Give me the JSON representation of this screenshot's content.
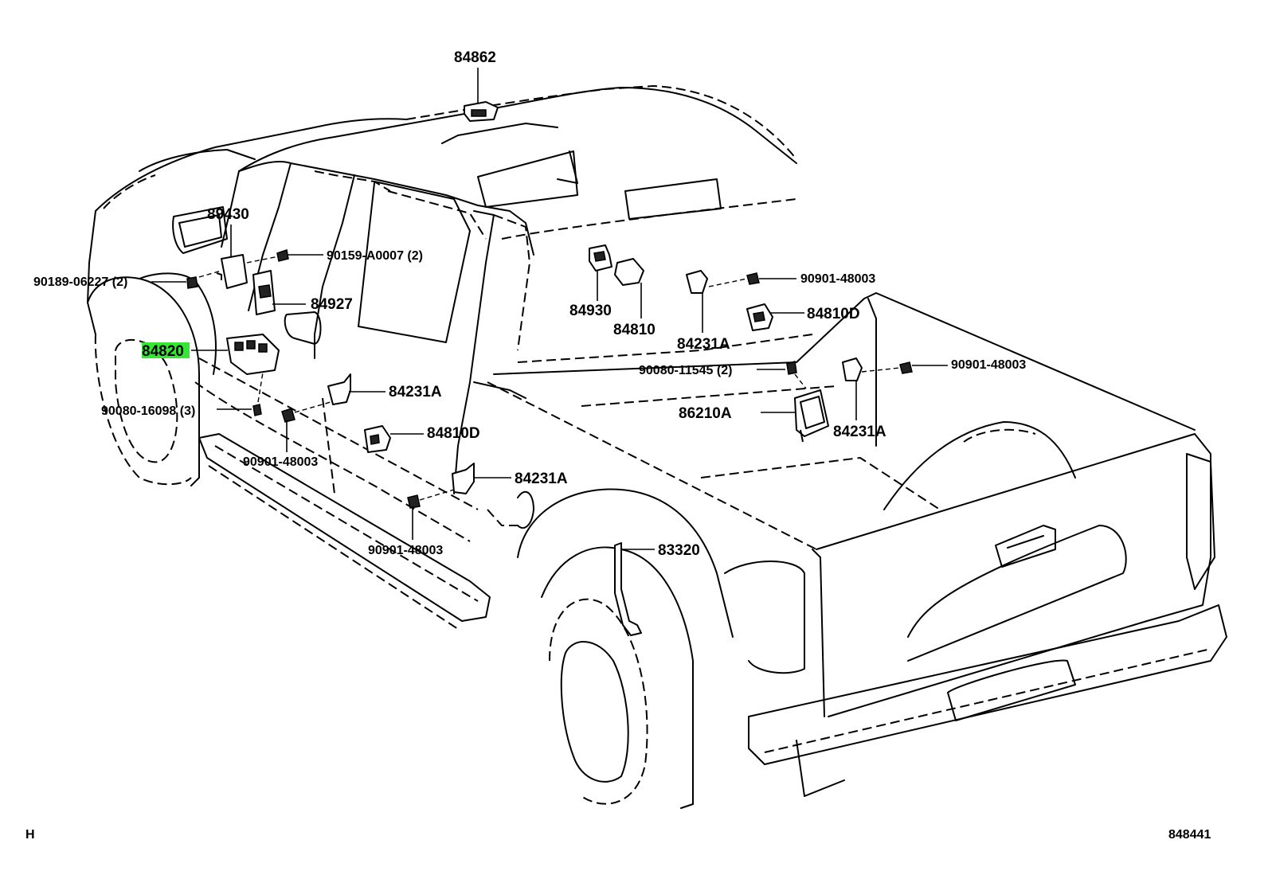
{
  "diagram_id": "848441",
  "corner_mark": "H",
  "colors": {
    "highlight": "#35e635",
    "ink": "#000000",
    "background": "#ffffff"
  },
  "labels": {
    "l_84862": "84862",
    "l_89430": "89430",
    "l_90159": "90159-A0007 (2)",
    "l_90189": "90189-06227 (2)",
    "l_84927": "84927",
    "l_84820": "84820",
    "l_90080_16098": "90080-16098 (3)",
    "l_90901_left": "90901-48003",
    "l_84231A_mid": "84231A",
    "l_84810D_mid": "84810D",
    "l_84231A_low": "84231A",
    "l_90901_low": "90901-48003",
    "l_84930": "84930",
    "l_84810": "84810",
    "l_84231A_upper": "84231A",
    "l_90901_upper": "90901-48003",
    "l_84810D_right": "84810D",
    "l_90080_11545": "90080-11545 (2)",
    "l_90901_right": "90901-48003",
    "l_86210A": "86210A",
    "l_84231A_right": "84231A",
    "l_83320": "83320"
  }
}
